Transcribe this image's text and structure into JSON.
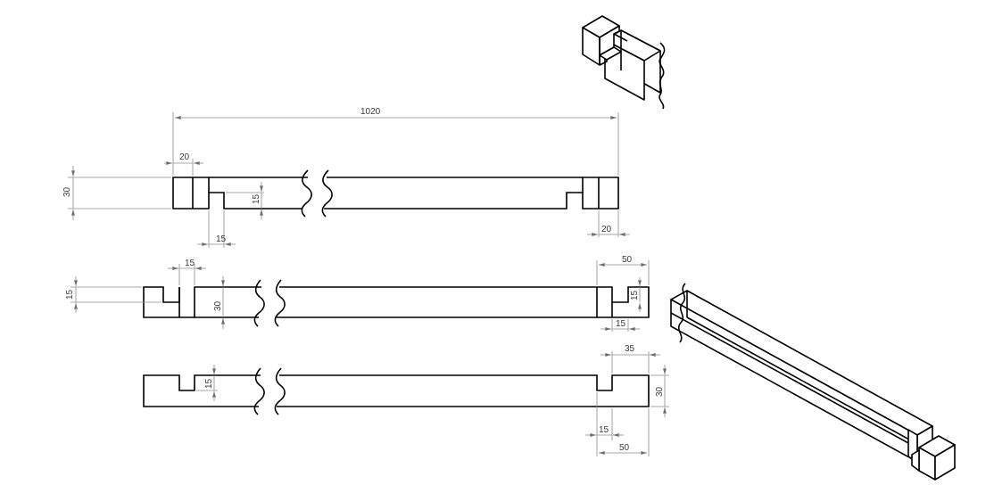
{
  "drawing": {
    "dimensions": {
      "top_overall_length": "1020",
      "top_left_width": "20",
      "top_height": "30",
      "top_notch_depth": "15",
      "top_notch_width": "15",
      "top_right_width": "20",
      "mid_left_notch_width": "15",
      "mid_left_notch_depth": "15",
      "mid_height": "30",
      "mid_right_length": "50",
      "mid_right_notch_depth": "15",
      "mid_right_notch_width": "15",
      "bot_left_notch_depth": "15",
      "bot_right_offset": "35",
      "bot_height": "30",
      "bot_right_notch_width": "15",
      "bot_right_length": "50"
    }
  }
}
